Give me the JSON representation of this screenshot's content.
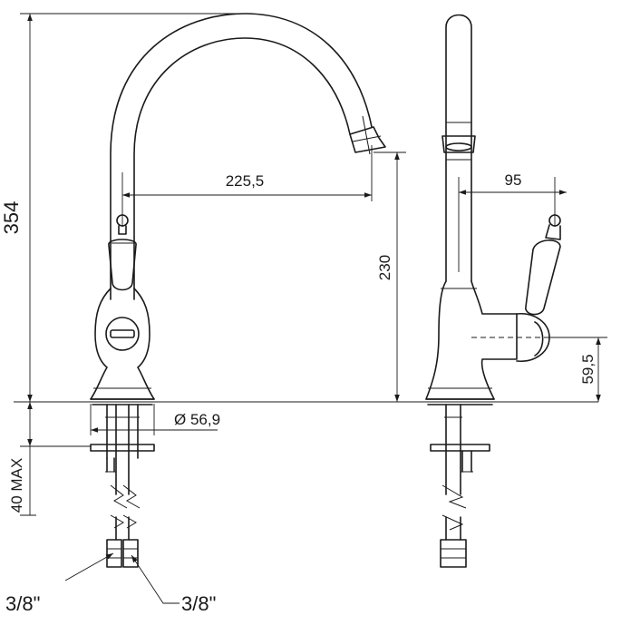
{
  "dimensions": {
    "total_height": "354",
    "spout_reach": "225,5",
    "spout_height": "230",
    "base_diameter": "Ø 56,9",
    "max_counter_thickness": "40 MAX",
    "handle_offset": "95",
    "handle_axis_height": "59,5"
  },
  "connections": {
    "left_hose": "3/8\"",
    "right_hose": "3/8\""
  }
}
